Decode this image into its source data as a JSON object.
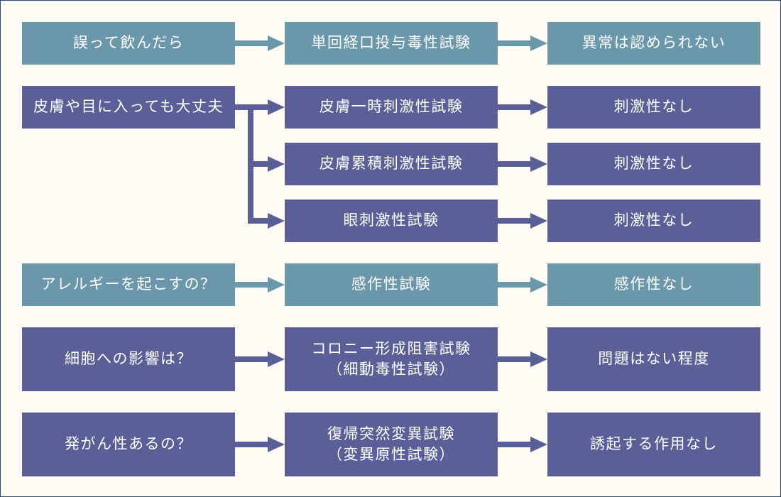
{
  "rows": {
    "oral": {
      "question": "誤って飲んだら",
      "test": "単回経口投与毒性試験",
      "result": "異常は認められない"
    },
    "skin_eye": {
      "question": "皮膚や目に入っても大丈夫",
      "tests": [
        {
          "test": "皮膚一時刺激性試験",
          "result": "刺激性なし"
        },
        {
          "test": "皮膚累積刺激性試験",
          "result": "刺激性なし"
        },
        {
          "test": "眼刺激性試験",
          "result": "刺激性なし"
        }
      ]
    },
    "allergy": {
      "question": "アレルギーを起こすの？",
      "test": "感作性試験",
      "result": "感作性なし"
    },
    "cells": {
      "question": "細胞への影響は？",
      "test_line1": "コロニー形成阻害試験",
      "test_line2": "（細動毒性試験）",
      "result": "問題はない程度"
    },
    "cancer": {
      "question": "発がん性あるの？",
      "test_line1": "復帰突然変異試験",
      "test_line2": "（変異原性試験）",
      "result": "誘起する作用なし"
    }
  },
  "colors": {
    "teal": "#6b97ab",
    "navy": "#5a5f98",
    "background": "#fdfbf3",
    "border": "#2c4d6e"
  }
}
